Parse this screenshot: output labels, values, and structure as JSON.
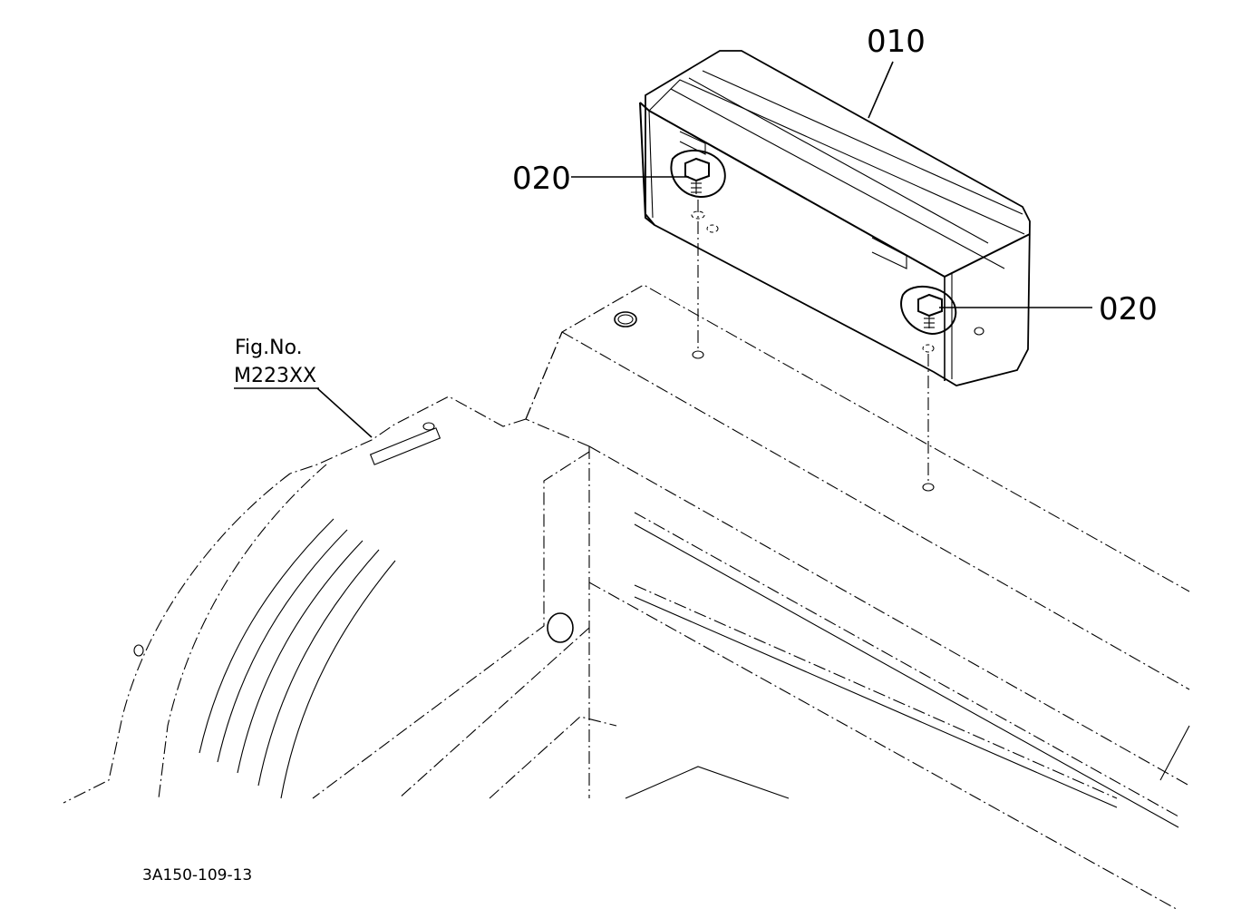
{
  "diagram": {
    "callouts": {
      "part_010": "010",
      "part_020_left": "020",
      "part_020_right": "020"
    },
    "reference": {
      "prefix": "Fig.No.",
      "figure_number": "M223XX"
    },
    "drawing_code": "3A150-109-13"
  }
}
